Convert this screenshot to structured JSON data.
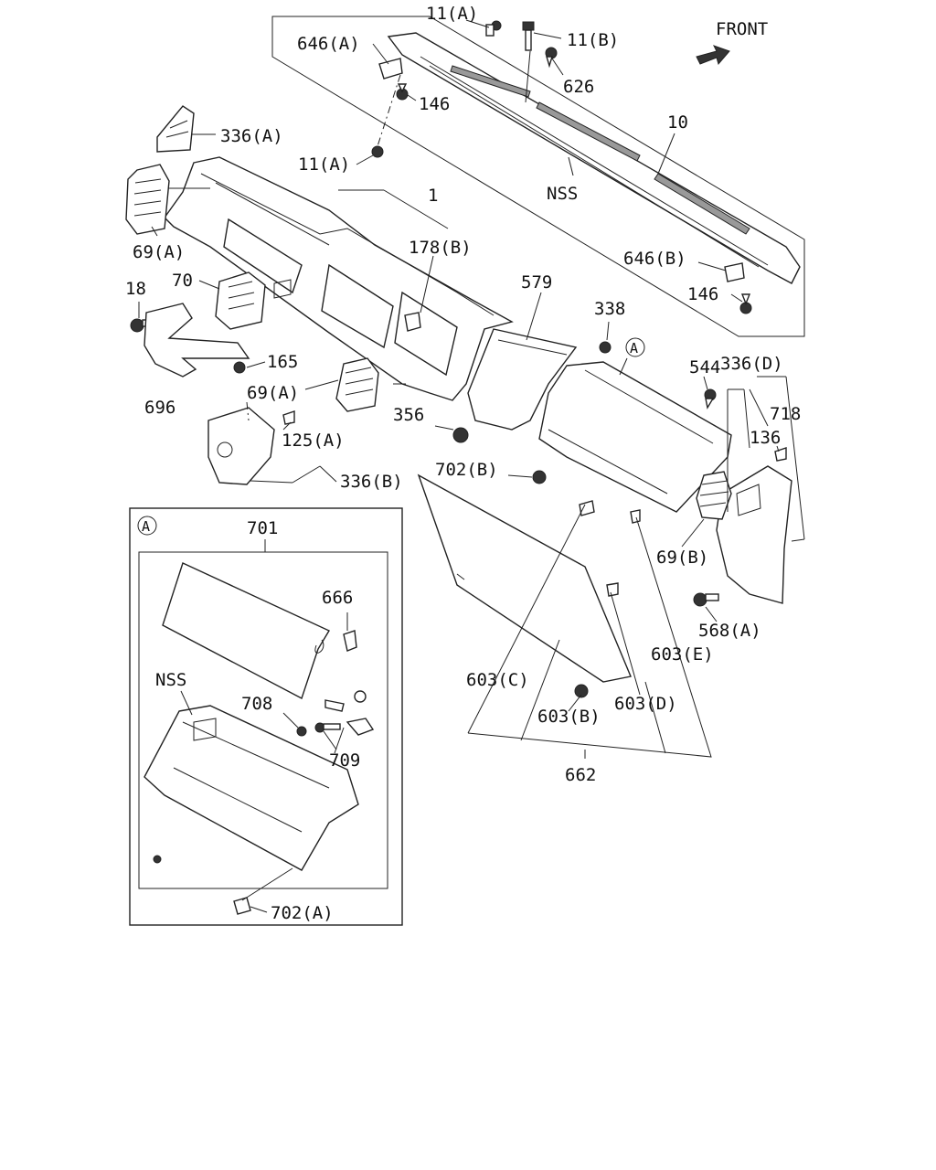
{
  "front_label": "FRONT",
  "callouts": {
    "c_11a_top": "11(A)",
    "c_11b": "11(B)",
    "c_646a": "646(A)",
    "c_626": "626",
    "c_146_top": "146",
    "c_10": "10",
    "c_336a": "336(A)",
    "c_11a_mid": "11(A)",
    "c_nss_top": "NSS",
    "c_1": "1",
    "c_69a_top": "69(A)",
    "c_178b": "178(B)",
    "c_646b": "646(B)",
    "c_146_right": "146",
    "c_70": "70",
    "c_18": "18",
    "c_579": "579",
    "c_338": "338",
    "c_a_marker": "A",
    "c_165": "165",
    "c_69a_mid": "69(A)",
    "c_544": "544",
    "c_336d": "336(D)",
    "c_718": "718",
    "c_696": "696",
    "c_356": "356",
    "c_125a": "125(A)",
    "c_136": "136",
    "c_702b": "702(B)",
    "c_336b": "336(B)",
    "c_69b": "69(B)",
    "c_568a": "568(A)",
    "c_603e": "603(E)",
    "c_603c": "603(C)",
    "c_603d": "603(D)",
    "c_603b": "603(B)",
    "c_662": "662"
  },
  "detail_a": {
    "marker": "A",
    "c_701": "701",
    "c_666": "666",
    "c_nss": "NSS",
    "c_708": "708",
    "c_709": "709",
    "c_702a": "702(A)"
  }
}
